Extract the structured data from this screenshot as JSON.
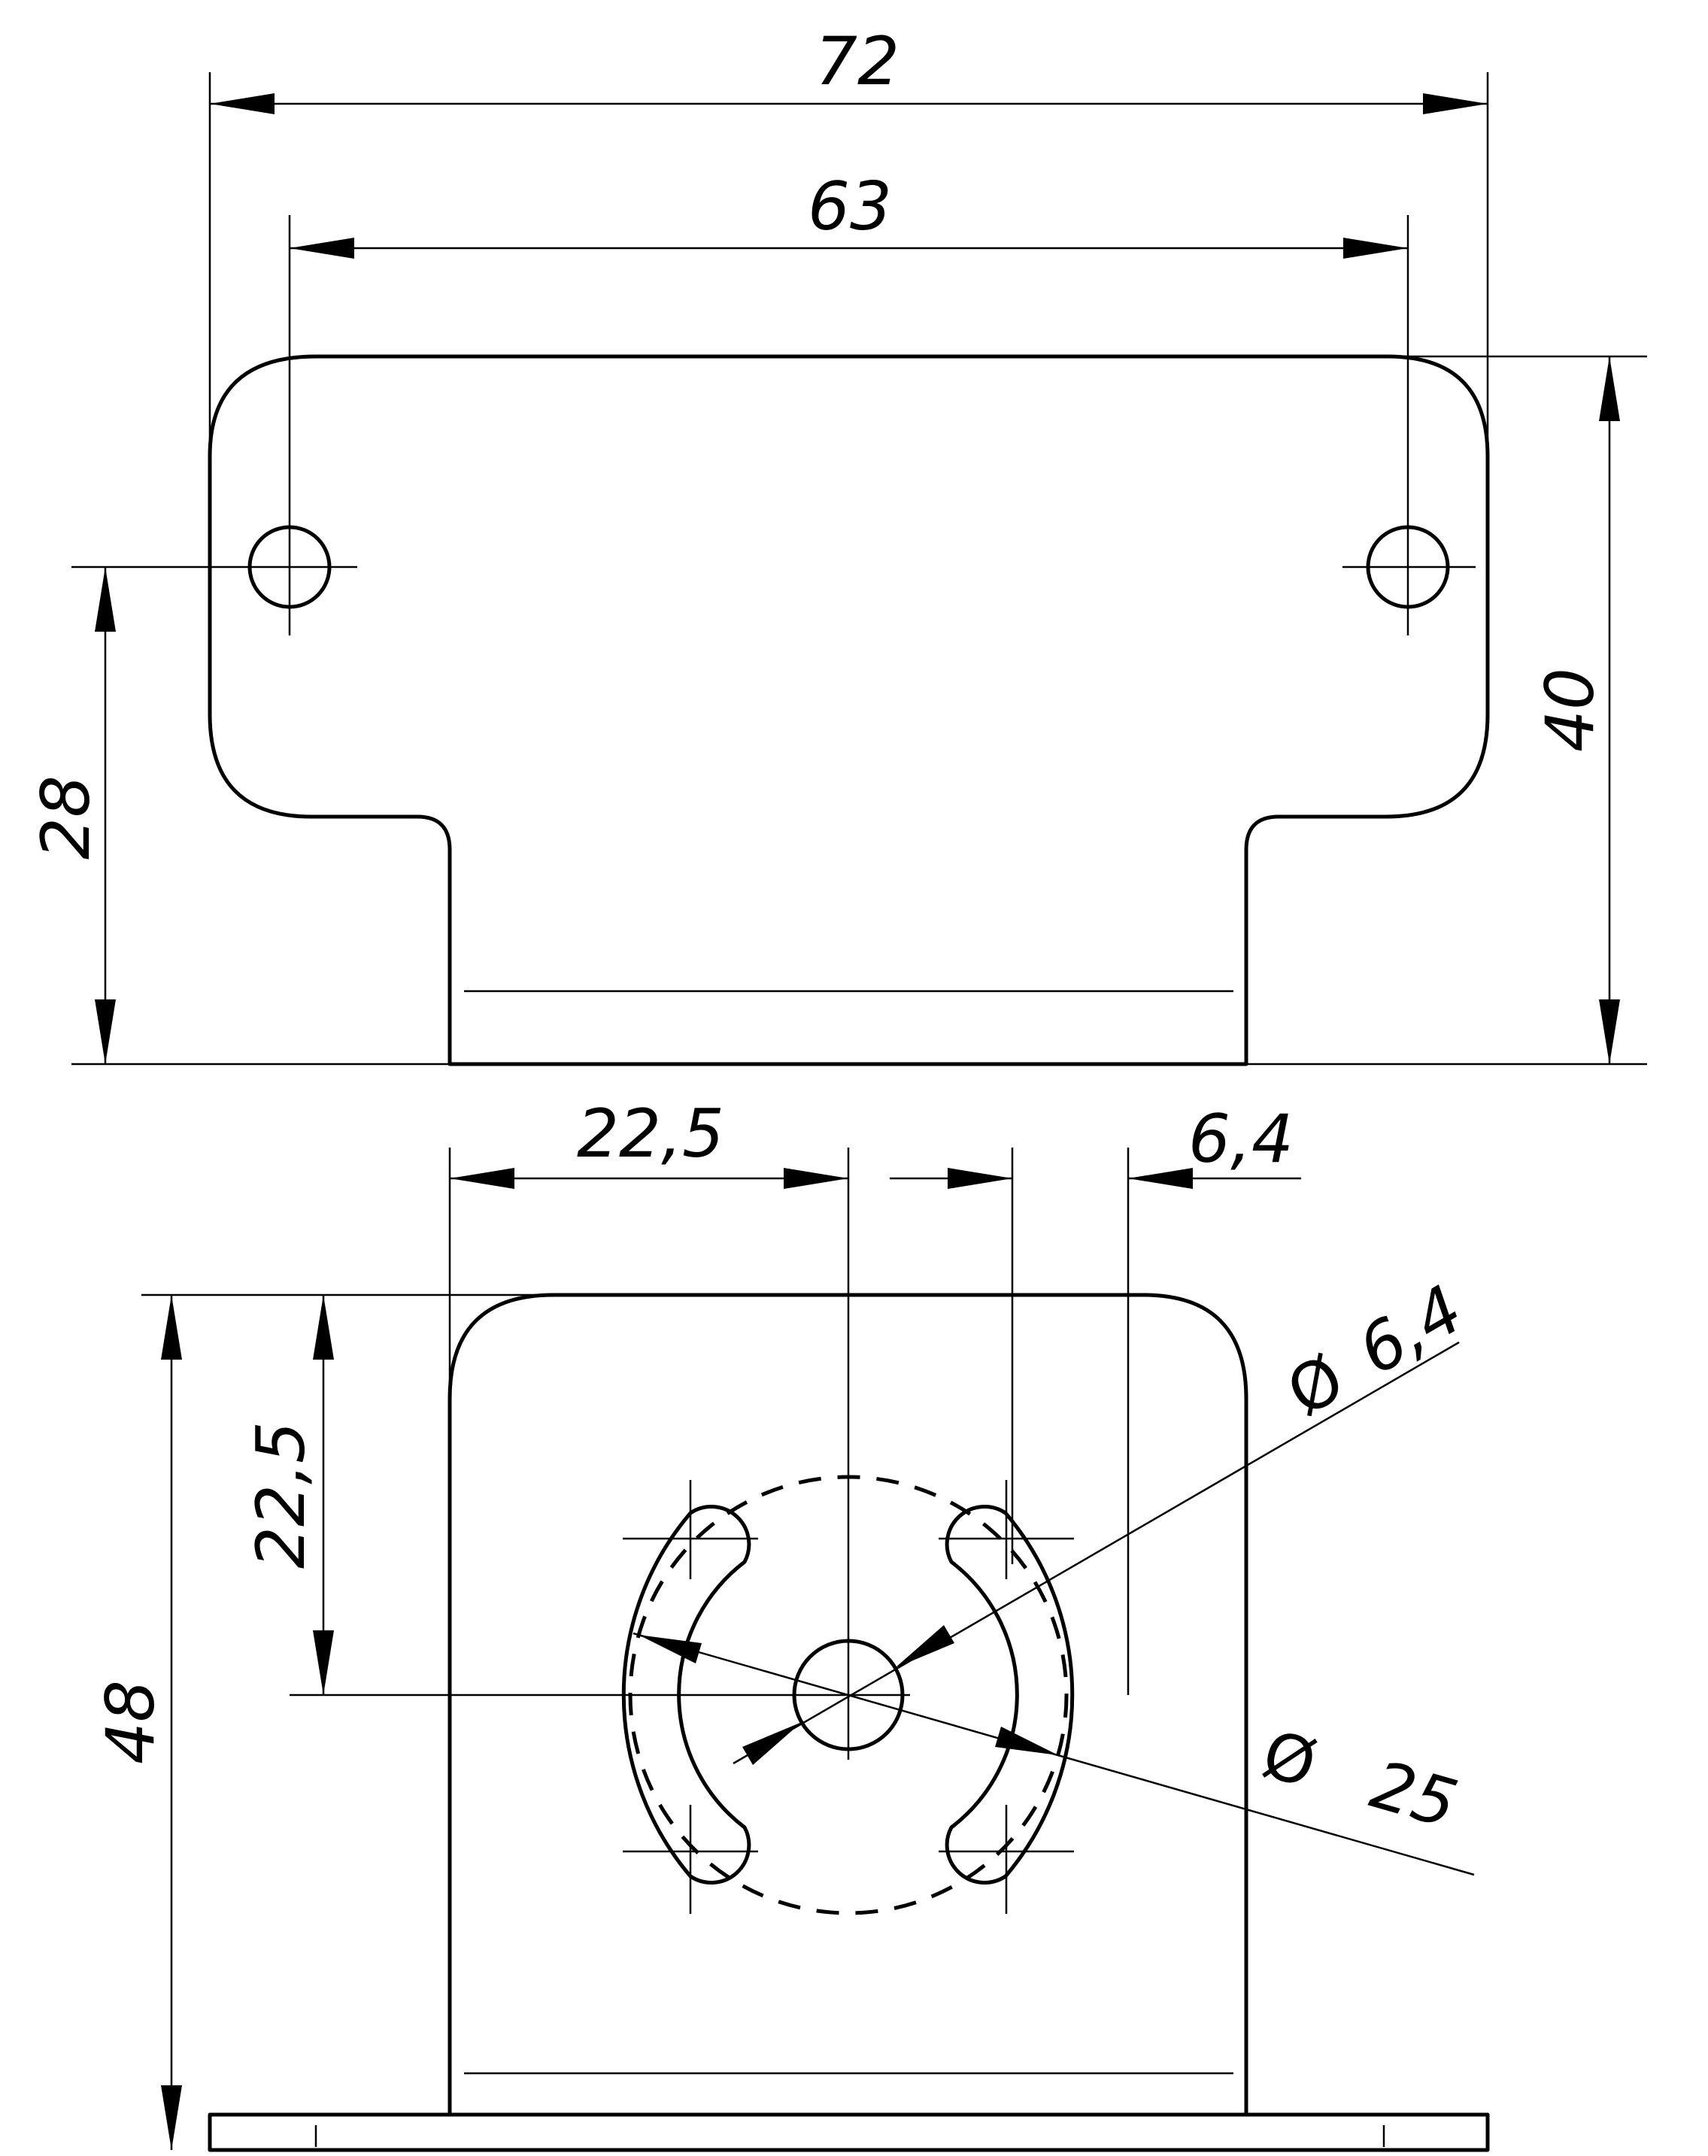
{
  "dimensions": {
    "top_width": "72",
    "hole_spacing": "63",
    "height_right": "40",
    "hole_height": "28",
    "offset_left": "22,5",
    "slot_width": "6,4",
    "center_height": "22,5",
    "total_height": "48",
    "hole_dia": "6,4",
    "circle_dia": "25"
  },
  "symbols": {
    "diameter": "Ø"
  }
}
